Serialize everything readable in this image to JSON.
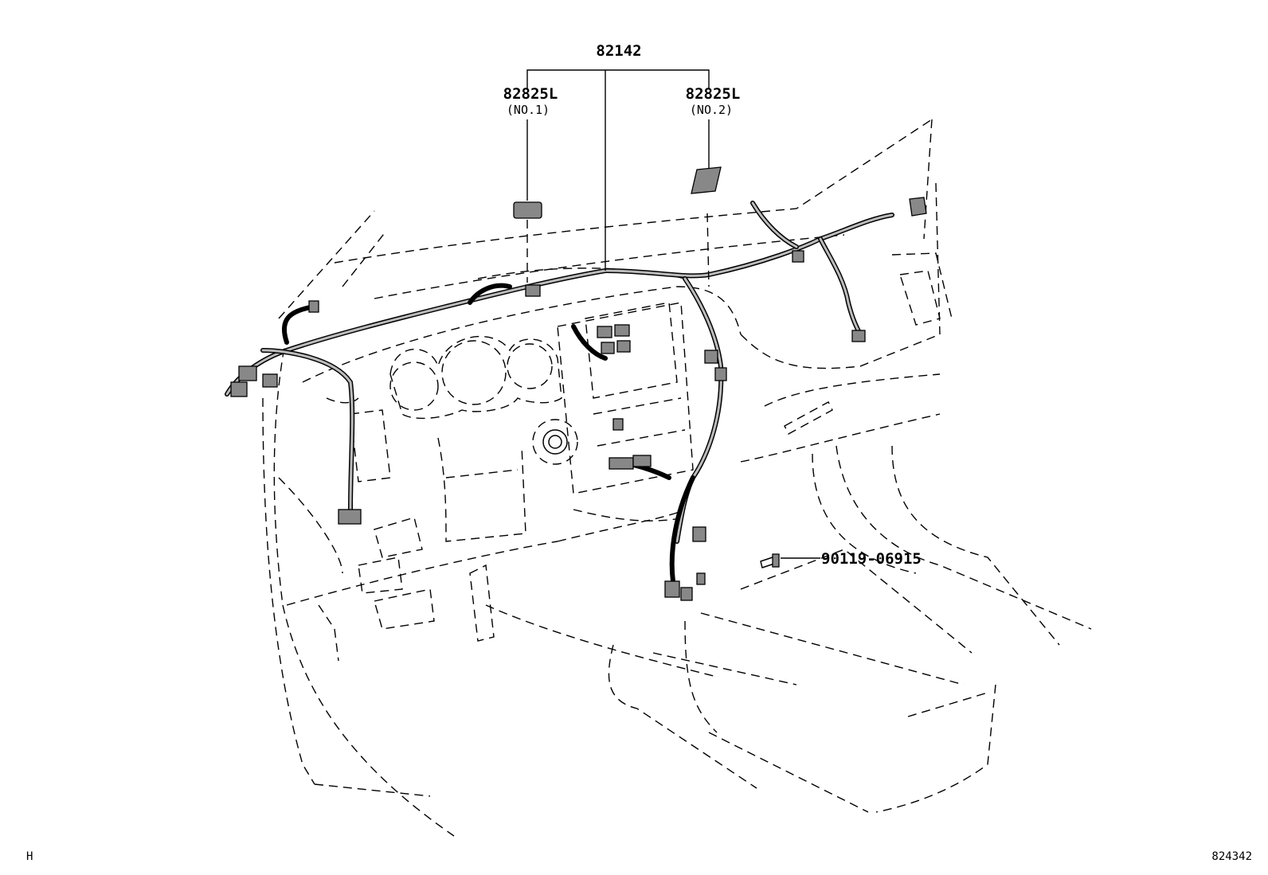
{
  "labels": {
    "main_harness": "82142",
    "cover_no1_part": "82825L",
    "cover_no1_sub": "(NO.1)",
    "cover_no2_part": "82825L",
    "cover_no2_sub": "(NO.2)",
    "bolt": "90119-06915"
  },
  "corner": {
    "left": "H",
    "right": "824342"
  }
}
